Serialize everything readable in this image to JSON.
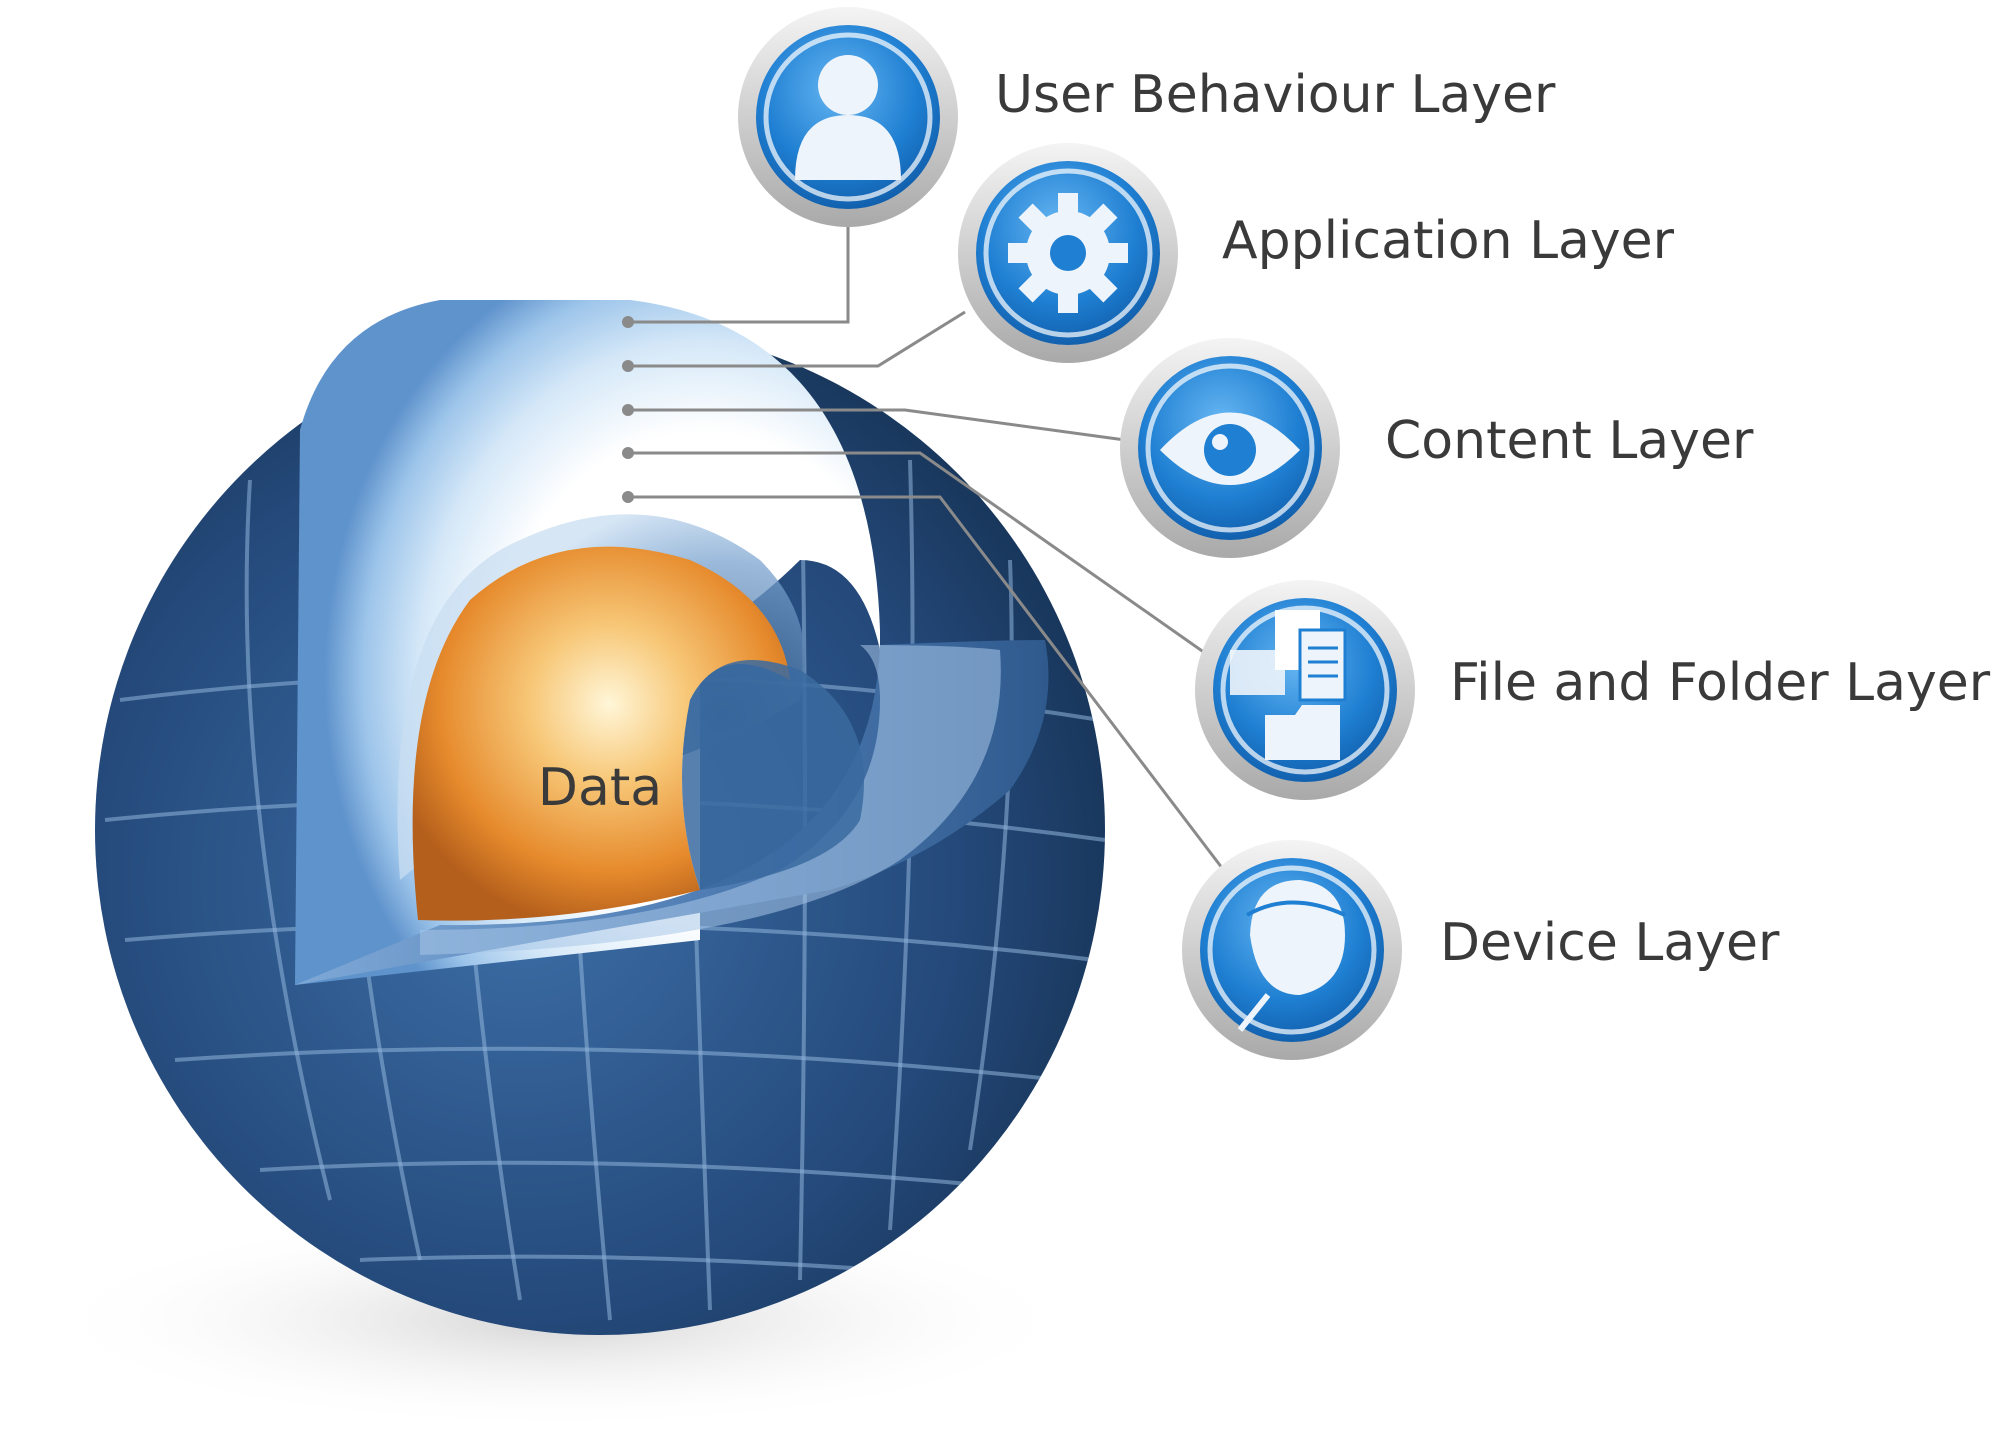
{
  "core": {
    "label": "Data"
  },
  "layers": [
    {
      "label": "User Behaviour Layer",
      "icon": "user-icon"
    },
    {
      "label": "Application Layer",
      "icon": "gear-icon"
    },
    {
      "label": "Content Layer",
      "icon": "eye-icon"
    },
    {
      "label": "File and Folder Layer",
      "icon": "files-folders-icon"
    },
    {
      "label": "Device Layer",
      "icon": "device-icon"
    }
  ],
  "colors": {
    "shell_dark": "#1f3f6a",
    "shell_mid": "#3c6ea6",
    "shell_light": "#a8cdef",
    "core_orange": "#e8892a",
    "icon_blue": "#1f7fd2",
    "connector": "#8a8a8a"
  }
}
